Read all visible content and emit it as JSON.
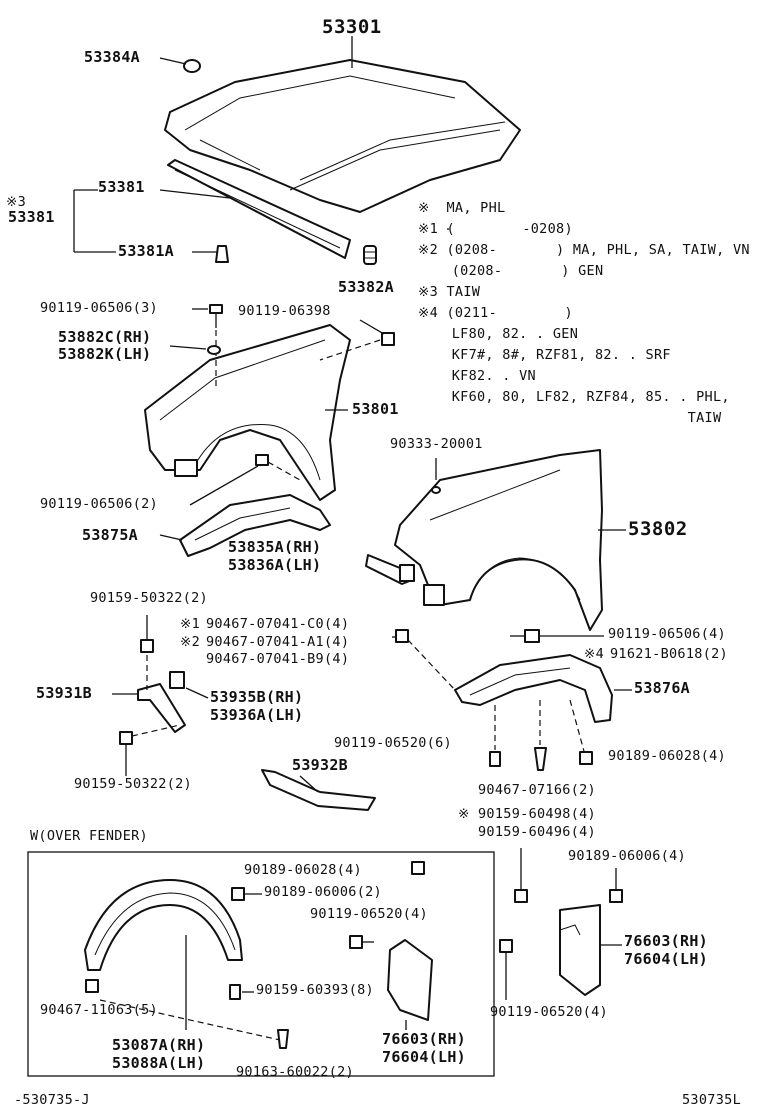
{
  "labels": {
    "p53301": "53301",
    "p53384a": "53384A",
    "p53381": "53381",
    "p53381_note": "※3",
    "p53381b": "53381",
    "p53381a": "53381A",
    "p53382a": "53382A",
    "p90119_06506_3": "90119-06506(3)",
    "p90119_06398": "90119-06398",
    "p53882c": "53882C(RH)",
    "p53882k": "53882K(LH)",
    "p53801": "53801",
    "p90119_06506_2": "90119-06506(2)",
    "p90333": "90333-20001",
    "p53802": "53802",
    "p53875a": "53875A",
    "p53835a": "53835A(RH)",
    "p53836a": "53836A(LH)",
    "p90159_50322_a": "90159-50322(2)",
    "p90467_c0": "90467-07041-C0(4)",
    "p90467_a1": "90467-07041-A1(4)",
    "p90467_b9": "90467-07041-B9(4)",
    "mark1": "※1",
    "mark2": "※2",
    "p90119_06506_4": "90119-06506(4)",
    "p91621": "91621-B0618(2)",
    "mark4": "※4",
    "p53931b": "53931B",
    "p53935b": "53935B(RH)",
    "p53936a": "53936A(LH)",
    "p53876a": "53876A",
    "p90119_06520_6": "90119-06520(6)",
    "p90189_06028_4b": "90189-06028(4)",
    "p90159_50322_b": "90159-50322(2)",
    "p53932b": "53932B",
    "p90467_07166": "90467-07166(2)",
    "p90159_60498": "90159-60498(4)",
    "mark_x": "※",
    "p90159_60496": "90159-60496(4)",
    "p90189_06006_4": "90189-06006(4)",
    "p76603_right": "76603(RH)",
    "p76604_right": "76604(LH)",
    "p90119_06520_4b": "90119-06520(4)",
    "w_box": "W(OVER FENDER)",
    "w_90189_06028": "90189-06028(4)",
    "w_90189_06006": "90189-06006(2)",
    "w_90119_06520": "90119-06520(4)",
    "w_90159_60393": "90159-60393(8)",
    "w_90467_11063": "90467-11063(5)",
    "w_53087a": "53087A(RH)",
    "w_53088a": "53088A(LH)",
    "w_90163": "90163-60022(2)",
    "w_76603": "76603(RH)",
    "w_76604": "76604(LH)",
    "footer_left": "-530735-J",
    "footer_right": "530735L"
  },
  "notes": [
    "※  MA, PHL",
    "※1 (        -0208)",
    "※2 (0208-       ) MA, PHL, SA, TAIW, VN",
    "    (0208-       ) GEN",
    "※3 TAIW",
    "※4 (0211-        )",
    "    LF80, 82. . GEN",
    "    KF7#, 8#, RZF81, 82. . SRF",
    "    KF82. . VN",
    "    KF60, 80, LF82, RZF84, 85. . PHL,",
    "                                TAIW"
  ]
}
